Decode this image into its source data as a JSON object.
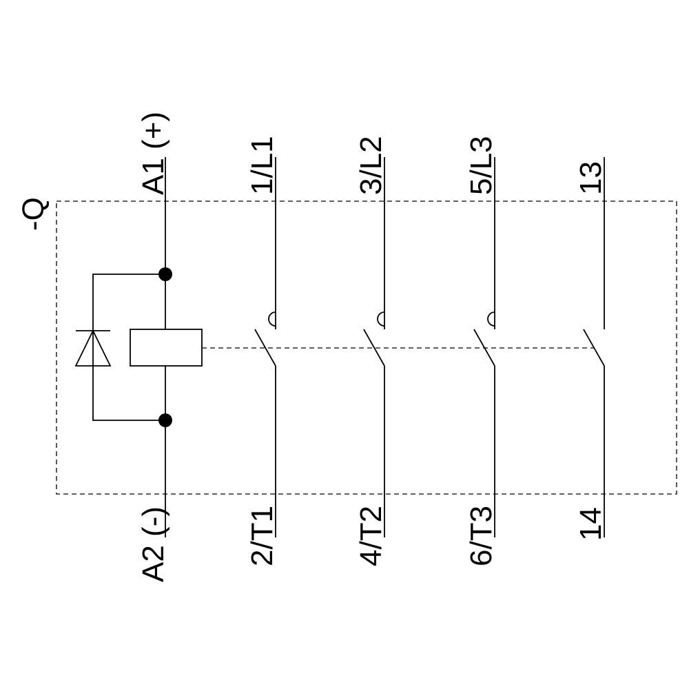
{
  "diagram": {
    "device_label": "-Q",
    "coil": {
      "top_terminal": "A1 (+)",
      "bottom_terminal": "A2 (-)"
    },
    "main_contacts": [
      {
        "top": "1/L1",
        "bottom": "2/T1"
      },
      {
        "top": "3/L2",
        "bottom": "4/T2"
      },
      {
        "top": "5/L3",
        "bottom": "6/T3"
      }
    ],
    "aux_contact": {
      "top": "13",
      "bottom": "14"
    },
    "colors": {
      "line": "#000000",
      "background": "#ffffff"
    }
  }
}
